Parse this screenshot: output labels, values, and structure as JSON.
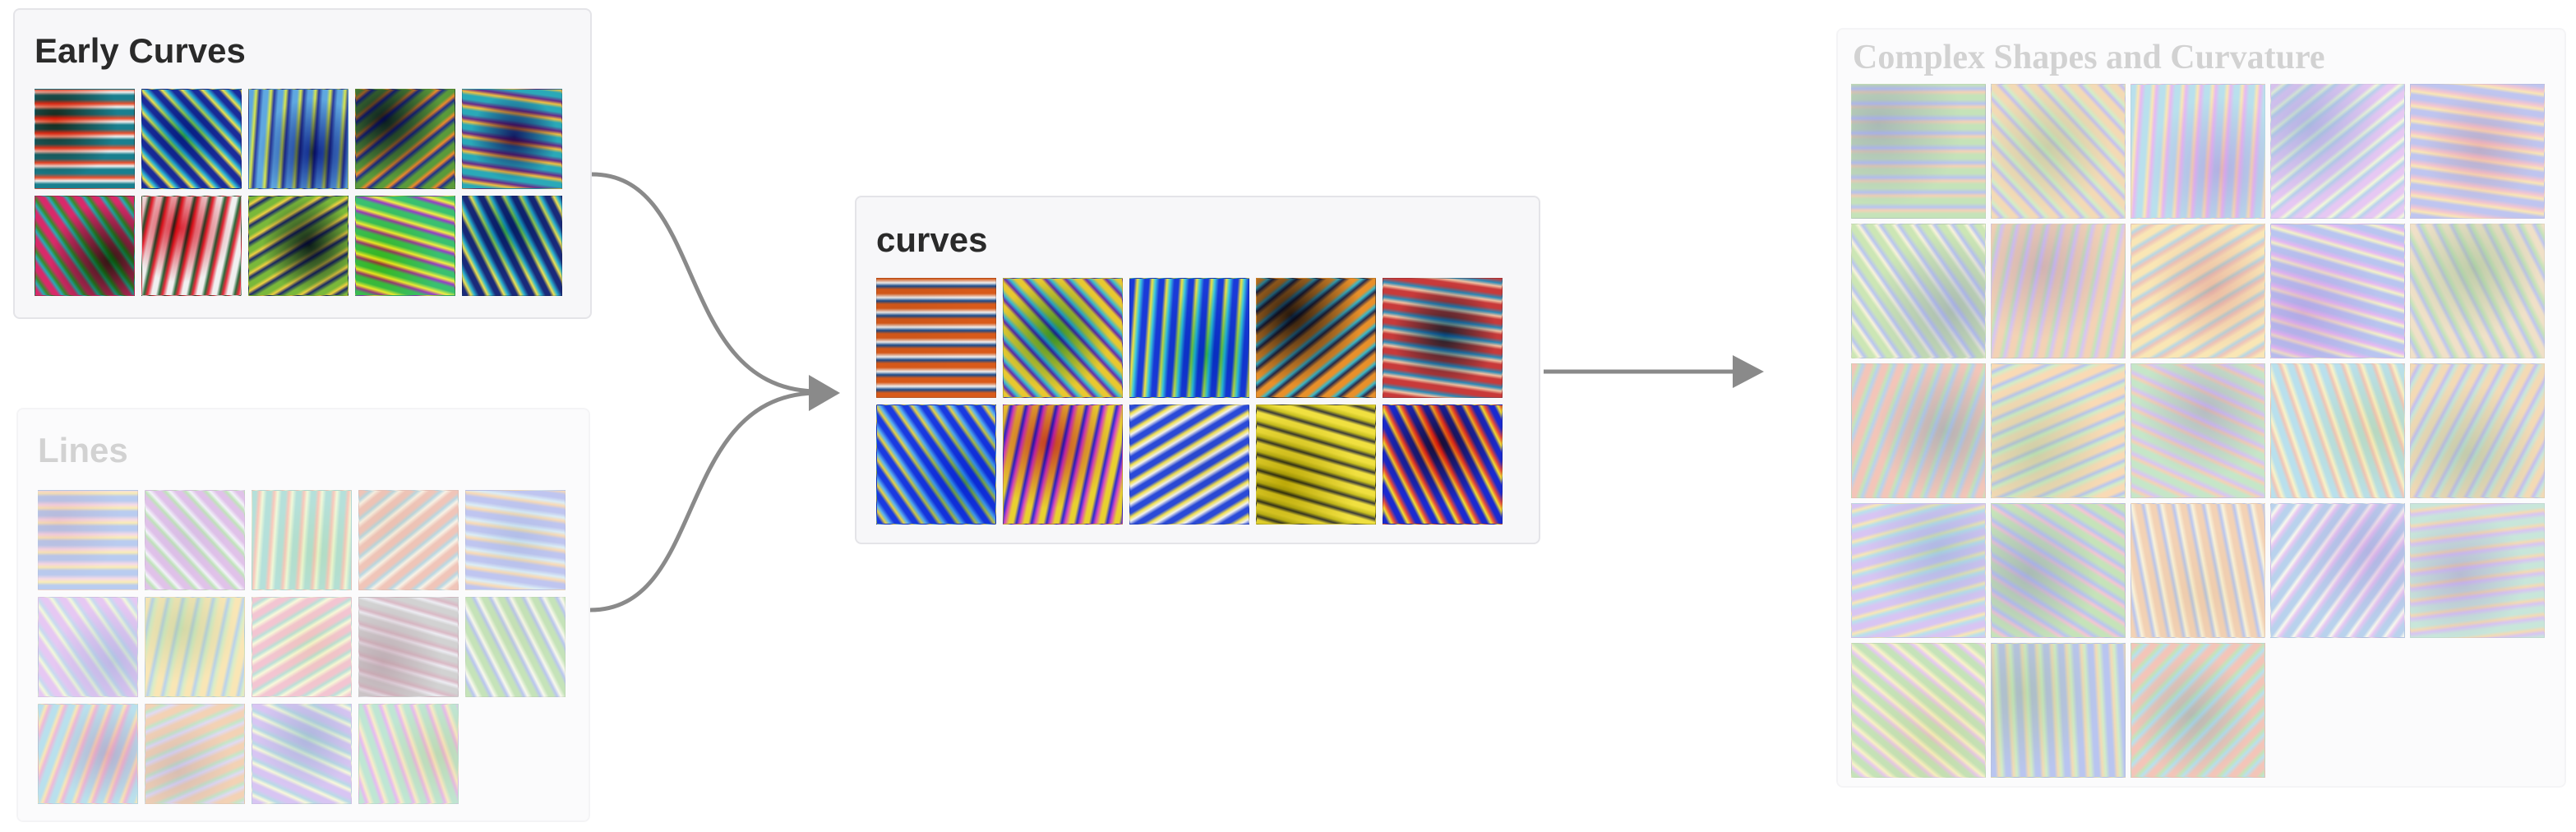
{
  "panels": {
    "early_curves": {
      "title": "Early Curves",
      "faded": false,
      "tiles": [
        [
          "#1a7f8f",
          "#f0f0f0",
          "#e8502e"
        ],
        [
          "#1b2c9a",
          "#f2e04a",
          "#2bb3d6"
        ],
        [
          "#5fa8e0",
          "#d9e84c",
          "#2a3a9e"
        ],
        [
          "#5a9a3a",
          "#f08a2a",
          "#1d2f8a"
        ],
        [
          "#2aa9b8",
          "#f0c040",
          "#6a2a8a"
        ],
        [
          "#d82a6a",
          "#2aa9b8",
          "#3a8a2a"
        ],
        [
          "#f0f0f0",
          "#2a6a3a",
          "#e82a3a"
        ],
        [
          "#7ab83a",
          "#f0d040",
          "#1a2a6a"
        ],
        [
          "#3ac070",
          "#9a3ac8",
          "#f0f040"
        ],
        [
          "#1a2a7a",
          "#f0e050",
          "#2ab0d0"
        ]
      ]
    },
    "lines": {
      "title": "Lines",
      "faded": true,
      "tiles": [
        [
          "#4a7ad8",
          "#f0d040",
          "#e8a0c0"
        ],
        [
          "#b060c8",
          "#5ab84a",
          "#e0e0f0"
        ],
        [
          "#40b0a0",
          "#f07050",
          "#d8f0a0"
        ],
        [
          "#d86a4a",
          "#4a9ab8",
          "#f0e0c0"
        ],
        [
          "#5a6ad8",
          "#f0a040",
          "#a0d0e8"
        ],
        [
          "#c070e0",
          "#e0f0a0",
          "#70a0d8"
        ],
        [
          "#f0c040",
          "#4a8ad0",
          "#9ad070"
        ],
        [
          "#e06a8a",
          "#50b0a0",
          "#f0f0a0"
        ],
        [
          "#8a8a8a",
          "#d0d0e0",
          "#a04a6a"
        ],
        [
          "#6ab84a",
          "#4a6ad8",
          "#f0f0d0"
        ],
        [
          "#4ab0d0",
          "#f0c040",
          "#d04aa0"
        ],
        [
          "#e08a40",
          "#6ac070",
          "#b0a0e0"
        ],
        [
          "#9a6ae0",
          "#f0f0a0",
          "#4aa0c0"
        ],
        [
          "#5ac090",
          "#c04ae0",
          "#f0d070"
        ]
      ]
    },
    "curves": {
      "title": "curves",
      "faded": false,
      "tiles": [
        [
          "#d85a1a",
          "#1a4a8a",
          "#f0f0f0"
        ],
        [
          "#e8c830",
          "#6a2aa8",
          "#3ab8d0"
        ],
        [
          "#1a3ad8",
          "#f0e040",
          "#3ac8e0"
        ],
        [
          "#e8902a",
          "#3ab8c8",
          "#2a2a4a"
        ],
        [
          "#c83a3a",
          "#f0c0a0",
          "#2a8ab8"
        ],
        [
          "#1a3ae0",
          "#e8d040",
          "#5ab0f0"
        ],
        [
          "#e8d030",
          "#2a2ad0",
          "#d84ac0"
        ],
        [
          "#2a4ad8",
          "#f0e050",
          "#f0f0f0"
        ],
        [
          "#f0e040",
          "#3a3a3a",
          "#c8c020"
        ],
        [
          "#1a2ad0",
          "#f0e030",
          "#e84a3a"
        ]
      ]
    },
    "complex": {
      "title": "Complex Shapes and Curvature",
      "faded": true,
      "tiles": [
        [
          "#6ab84a",
          "#e08a40",
          "#4a6ad8"
        ],
        [
          "#e0a040",
          "#6a5ad8",
          "#8ad070"
        ],
        [
          "#4ab0d0",
          "#f0c040",
          "#c04ae0"
        ],
        [
          "#c070e0",
          "#e0f0a0",
          "#4a8ad0"
        ],
        [
          "#5a6ad8",
          "#f0c040",
          "#e06a8a"
        ],
        [
          "#7ac040",
          "#f0e0a0",
          "#4a6ad8"
        ],
        [
          "#e08a40",
          "#6ab84a",
          "#9a6ae0"
        ],
        [
          "#f0c040",
          "#4a9ab8",
          "#d86a4a"
        ],
        [
          "#4a6ad8",
          "#e0e070",
          "#c04ae0"
        ],
        [
          "#d8b070",
          "#5a6ad8",
          "#6ab84a"
        ],
        [
          "#e06a4a",
          "#6ab84a",
          "#4a8ad0"
        ],
        [
          "#f0a040",
          "#4a6ad8",
          "#8ad070"
        ],
        [
          "#6ac070",
          "#e08a40",
          "#9a6ae0"
        ],
        [
          "#4ab0d0",
          "#d86a4a",
          "#f0e070"
        ],
        [
          "#e0a040",
          "#6a5ad8",
          "#70c0a0"
        ],
        [
          "#9a6ae0",
          "#f0c040",
          "#4ab0d0"
        ],
        [
          "#6ab84a",
          "#e06a8a",
          "#4a6ad8"
        ],
        [
          "#e08a40",
          "#4a6ad8",
          "#f0e0a0"
        ],
        [
          "#4a8ad0",
          "#f0f0d0",
          "#c070e0"
        ],
        [
          "#70c0a0",
          "#e0a040",
          "#9a6ae0"
        ],
        [
          "#6ab84a",
          "#c070e0",
          "#f0e070"
        ],
        [
          "#4a6ad8",
          "#e0a040",
          "#8ad070"
        ],
        [
          "#e06a4a",
          "#6ab84a",
          "#4ab0d0"
        ]
      ]
    }
  },
  "edges": [
    {
      "from": "Early Curves",
      "to": "curves"
    },
    {
      "from": "Lines",
      "to": "curves"
    },
    {
      "from": "curves",
      "to": "Complex Shapes and Curvature"
    }
  ],
  "colors": {
    "panel_bg": "#f7f7f9",
    "panel_border": "#e4e4e8",
    "arrow": "#8a8a8a",
    "title": "#2a2a2a"
  }
}
